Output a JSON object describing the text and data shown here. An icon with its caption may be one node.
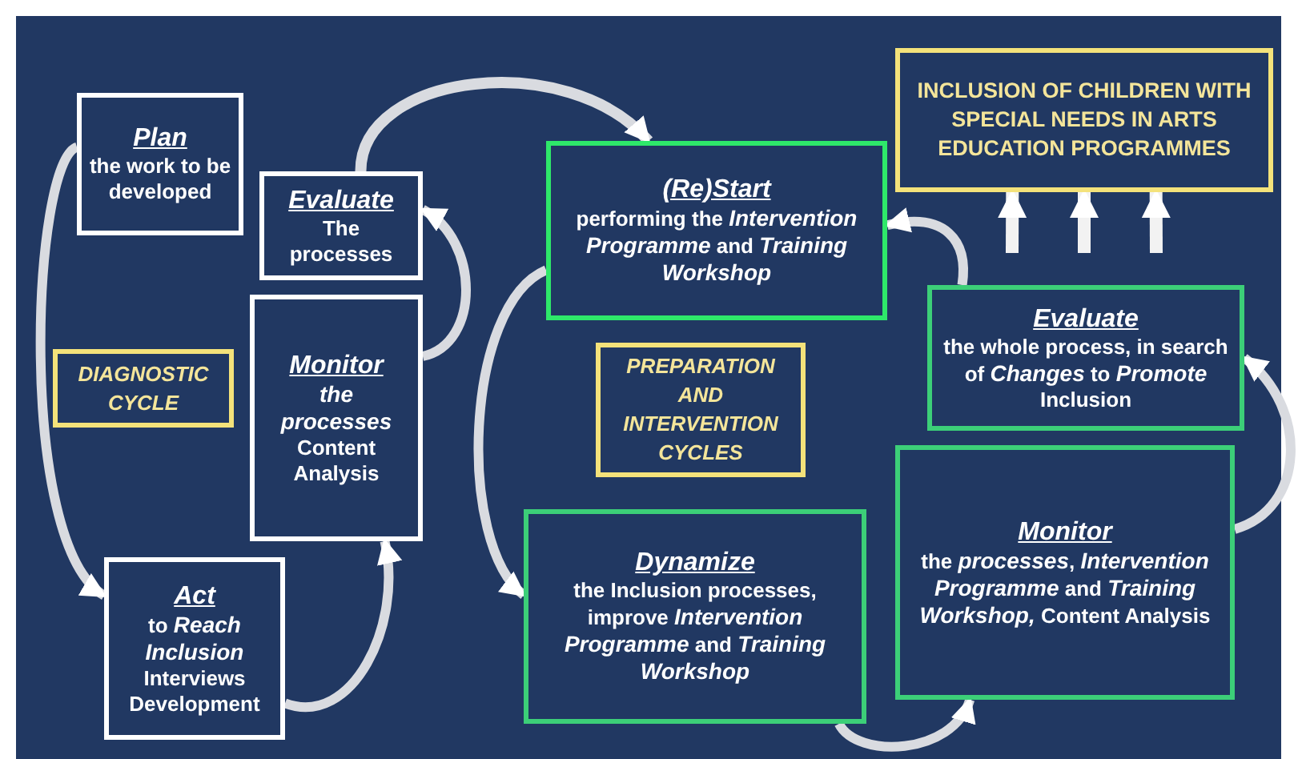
{
  "diagram": {
    "nodes": [
      {
        "text": [
          "Plan",
          "the work to be developed"
        ]
      },
      {
        "text": [
          "Evaluate",
          "The processes"
        ]
      },
      {
        "text": [
          "Monitor",
          "*the processes* Content Analysis"
        ]
      },
      {
        "text": [
          "DIAGNOSTIC CYCLE"
        ]
      },
      {
        "text": [
          "Act",
          "to *Reach Inclusion* Interviews Development"
        ]
      },
      {
        "text": [
          "(Re)Start",
          "performing the *Intervention Programme* and *Training Workshop*"
        ]
      },
      {
        "text": [
          "PREPARATION AND INTERVENTION CYCLES"
        ]
      },
      {
        "text": [
          "INCLUSION OF CHILDREN WITH SPECIAL NEEDS IN ARTS EDUCATION PROGRAMMES"
        ]
      },
      {
        "text": [
          "Evaluate",
          "the whole process, in search of *Changes* to *Promote* Inclusion"
        ]
      },
      {
        "text": [
          "Dynamize",
          "the Inclusion processes, improve *Intervention Programme* and *Training Workshop*"
        ]
      },
      {
        "text": [
          "Monitor",
          "the *processes*, *Intervention Programme* and *Training Workshop,* Content Analysis"
        ]
      }
    ],
    "edges": [
      {
        "from": 0,
        "to": 4,
        "arrow": "to"
      },
      {
        "from": 4,
        "to": 2,
        "arrow": "to"
      },
      {
        "from": 2,
        "to": 1,
        "arrow": "to"
      },
      {
        "from": 1,
        "to": 5,
        "arrow": "to"
      },
      {
        "from": 5,
        "to": 9,
        "arrow": "to"
      },
      {
        "from": 9,
        "to": 10,
        "arrow": "to"
      },
      {
        "from": 10,
        "to": 8,
        "arrow": "to"
      },
      {
        "from": 8,
        "to": 5,
        "arrow": "to"
      },
      {
        "from": null,
        "to": 7,
        "arrow": "to"
      },
      {
        "from": null,
        "to": 7,
        "arrow": "to"
      },
      {
        "from": null,
        "to": 7,
        "arrow": "to"
      }
    ]
  }
}
